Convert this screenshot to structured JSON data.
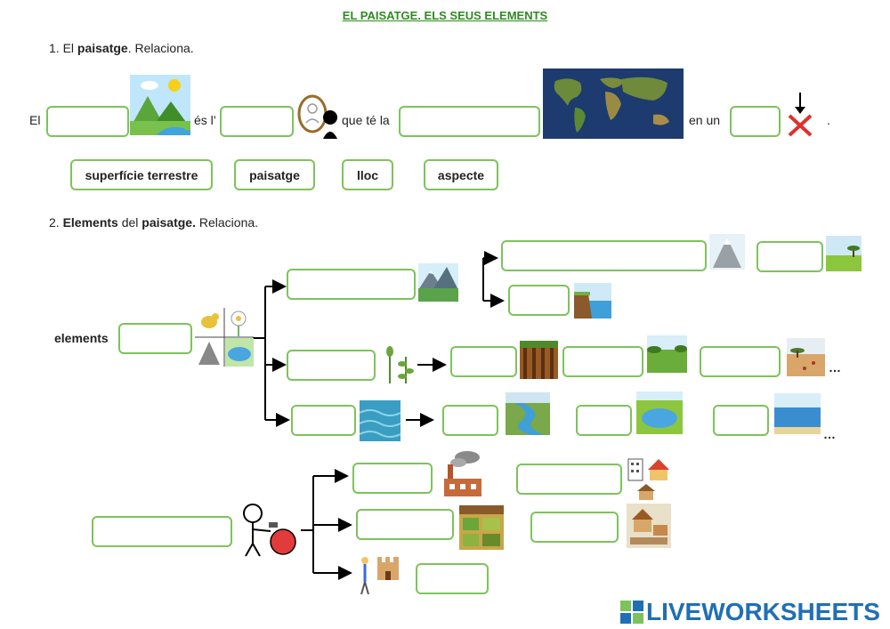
{
  "title": "EL PAISATGE. ELS SEUS ELEMENTS",
  "q1": {
    "num": "1.",
    "pre": "El ",
    "bold": "paisatge",
    "post": ". Relaciona."
  },
  "sentence": {
    "el": "El",
    "es": "és l’",
    "que": "que té la",
    "en": "en un",
    "dot": "."
  },
  "chips": [
    "superfície terrestre",
    "paisatge",
    "lloc",
    "aspecte"
  ],
  "q2": {
    "num": "2.",
    "bold1": "Elements",
    "mid": " del ",
    "bold2": "paisatge.",
    "post": " Relaciona."
  },
  "elements_label": "elements",
  "ellipsis": "…",
  "brand": {
    "text": "LIVEWORKSHEETS",
    "color": "#1f6fb5"
  }
}
